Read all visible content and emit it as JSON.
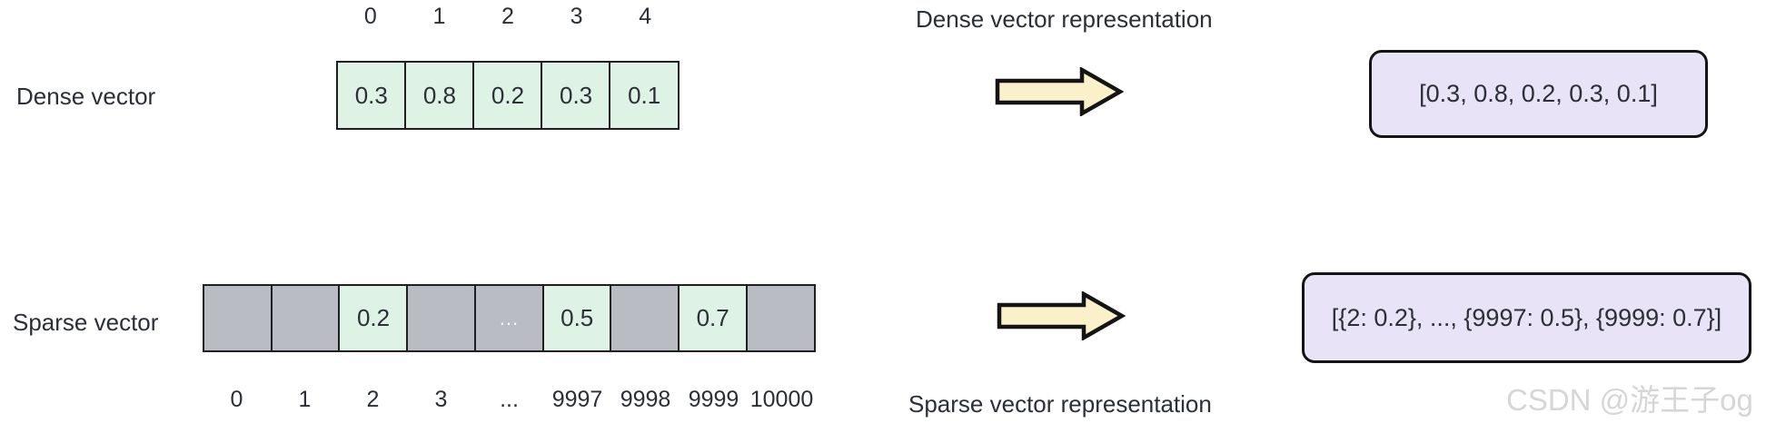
{
  "colors": {
    "background": "#ffffff",
    "cell_green": "#def2e5",
    "cell_gray": "#b9bdc3",
    "cell_border": "#1f1f1f",
    "arrow_fill": "#faf0ca",
    "arrow_border": "#141414",
    "box_fill": "#e8e3f6",
    "box_border": "#141414",
    "text_dark": "#2b2f36",
    "ellipsis_white": "#f5f6f7",
    "watermark": "#d6d6d6"
  },
  "dense": {
    "label": "Dense vector",
    "indices": [
      "0",
      "1",
      "2",
      "3",
      "4"
    ],
    "cells": [
      {
        "value": "0.3",
        "type": "green"
      },
      {
        "value": "0.8",
        "type": "green"
      },
      {
        "value": "0.2",
        "type": "green"
      },
      {
        "value": "0.3",
        "type": "green"
      },
      {
        "value": "0.1",
        "type": "green"
      }
    ],
    "representation_title": "Dense vector representation",
    "representation_value": "[0.3, 0.8, 0.2, 0.3, 0.1]"
  },
  "sparse": {
    "label": "Sparse vector",
    "indices": [
      "0",
      "1",
      "2",
      "3",
      "...",
      "9997",
      "9998",
      "9999",
      "10000"
    ],
    "cells": [
      {
        "value": "",
        "type": "gray"
      },
      {
        "value": "",
        "type": "gray"
      },
      {
        "value": "0.2",
        "type": "green"
      },
      {
        "value": "",
        "type": "gray"
      },
      {
        "value": "...",
        "type": "gray-ellipsis"
      },
      {
        "value": "0.5",
        "type": "green"
      },
      {
        "value": "",
        "type": "gray"
      },
      {
        "value": "0.7",
        "type": "green"
      },
      {
        "value": "",
        "type": "gray"
      }
    ],
    "representation_title": "Sparse vector representation",
    "representation_value": "[{2: 0.2}, ..., {9997: 0.5}, {9999: 0.7}]"
  },
  "watermark": "CSDN @游王子og"
}
